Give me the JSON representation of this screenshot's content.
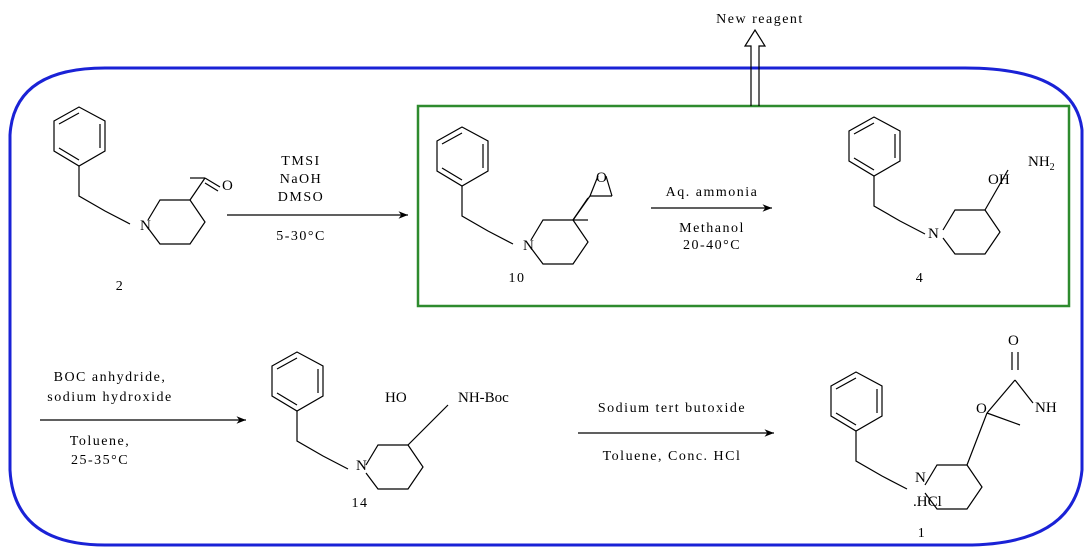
{
  "colors": {
    "outer_border": "#1a22d6",
    "inner_box": "#2e8b2e",
    "ink": "#000000"
  },
  "annotation": {
    "new_reagent": "New reagent"
  },
  "compounds": {
    "c2": {
      "number": "2",
      "ketone_o": "O",
      "n": "N"
    },
    "c10": {
      "number": "10",
      "epoxide_o": "O",
      "n": "N"
    },
    "c4": {
      "number": "4",
      "oh": "OH",
      "nh2": "NH",
      "nh2_sub": "2",
      "n": "N"
    },
    "c14": {
      "number": "14",
      "ho": "HO",
      "nhboc": "NH-Boc",
      "n": "N"
    },
    "c1": {
      "number": "1",
      "carbonyl_o": "O",
      "ring_o": "O",
      "nh": "NH",
      "n": "N",
      "salt": ".HCl"
    }
  },
  "steps": {
    "s1": {
      "above": [
        "TMSI",
        "NaOH",
        "DMSO"
      ],
      "below": [
        "5-30°C"
      ]
    },
    "s2": {
      "above": [
        "Aq. ammonia"
      ],
      "below": [
        "Methanol",
        "20-40°C"
      ]
    },
    "s3": {
      "above": [
        "BOC anhydride,",
        "sodium hydroxide"
      ],
      "below": [
        "Toluene,",
        "25-35°C"
      ]
    },
    "s4": {
      "above": [
        "Sodium tert butoxide"
      ],
      "below": [
        "Toluene, Conc. HCl"
      ]
    }
  }
}
